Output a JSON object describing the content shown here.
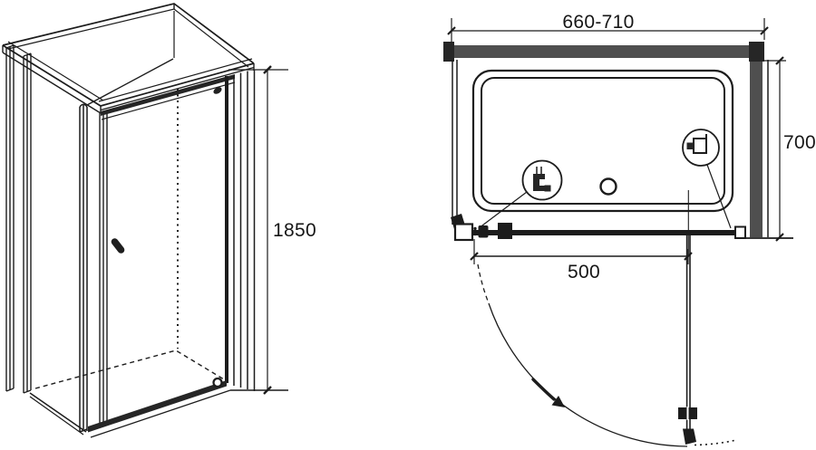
{
  "drawing": {
    "description": "Technical drawing of a pivot-door shower enclosure with side panel: isometric view and top plan view with dimension lines",
    "views": {
      "isometric": {
        "label": "isometric-view",
        "dimensions": {
          "height": {
            "label": "1850"
          }
        }
      },
      "plan": {
        "label": "plan-top-view",
        "dimensions": {
          "width": {
            "label": "660-710"
          },
          "depth": {
            "label": "700"
          },
          "door_width": {
            "label": "500"
          }
        }
      }
    },
    "colors": {
      "line": "#1c1c1c",
      "panel_fill": "#4f4f4f",
      "cap_fill": "#262626",
      "background": "#ffffff"
    }
  }
}
